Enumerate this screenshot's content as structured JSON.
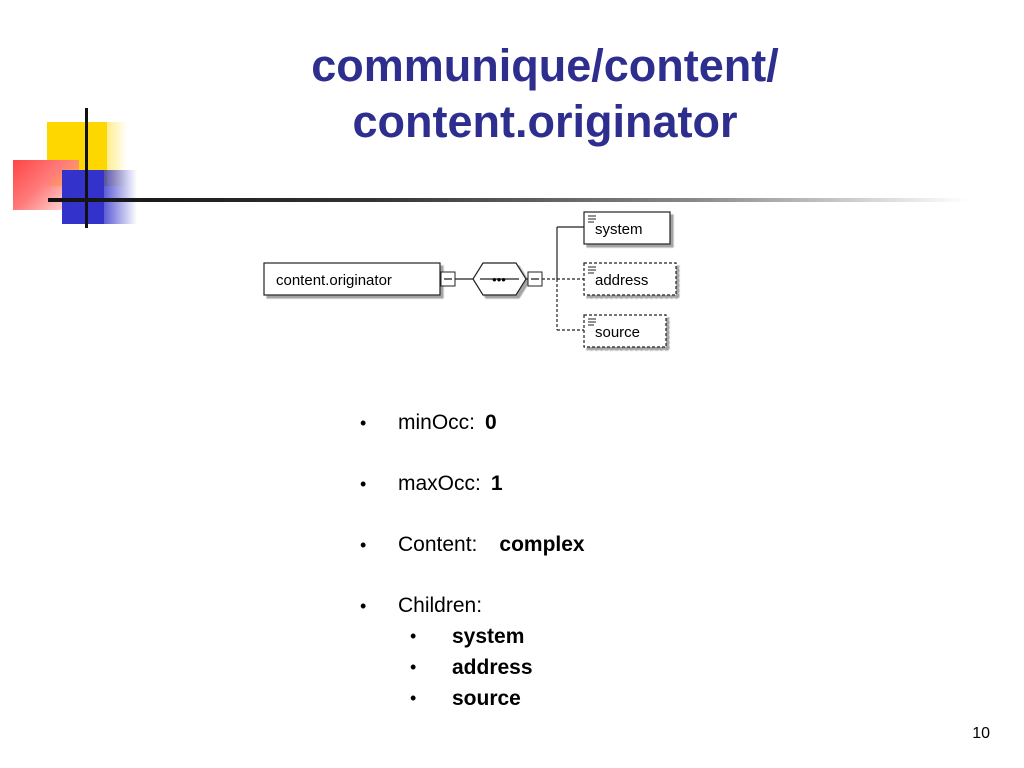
{
  "title": {
    "line1": "communique/content/",
    "line2": "content.originator"
  },
  "diagram": {
    "root": "content.originator",
    "sequence_symbol": "•••",
    "children": [
      {
        "name": "system",
        "optional": false
      },
      {
        "name": "address",
        "optional": true
      },
      {
        "name": "source",
        "optional": true
      }
    ]
  },
  "info": {
    "bullet": "•",
    "min_occ": {
      "label": "minOcc:",
      "value": "0"
    },
    "max_occ": {
      "label": "maxOcc:",
      "value": "1"
    },
    "content": {
      "label": "Content:",
      "value": "complex"
    },
    "children": {
      "label": "Children:",
      "items": [
        "system",
        "address",
        "source"
      ]
    }
  },
  "page_number": "10",
  "colors": {
    "title": "#2e2e8f",
    "deco_yellow": "#ffd700",
    "deco_red": "#ff4444",
    "deco_blue": "#3333cc"
  }
}
